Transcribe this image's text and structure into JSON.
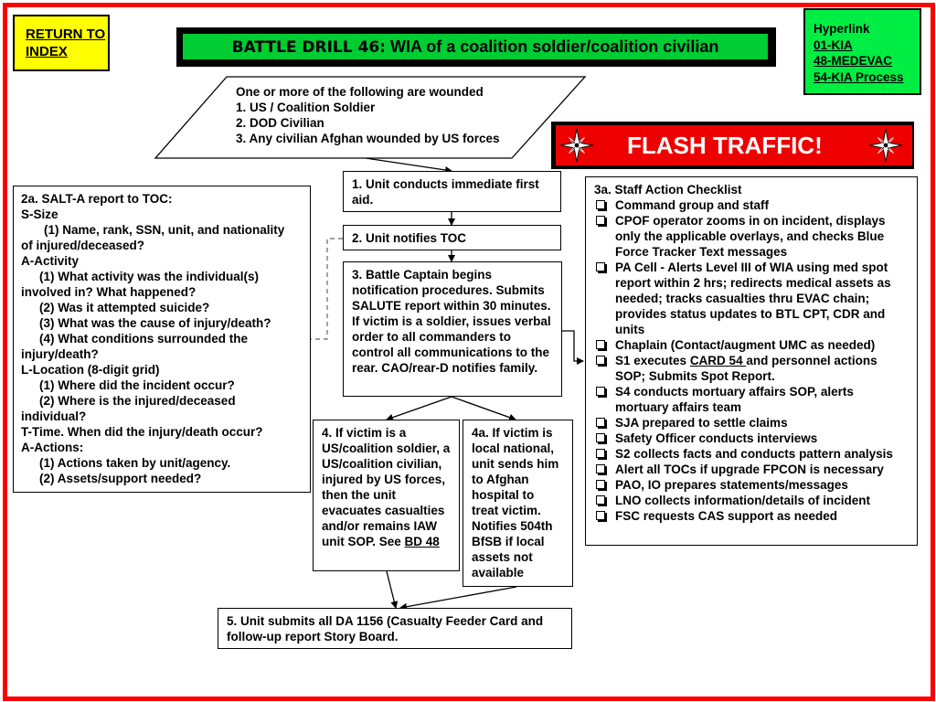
{
  "nav": {
    "return_label": "RETURN TO INDEX"
  },
  "title": {
    "prefix": "BATTLE DRILL 46:",
    "text": " WIA of a coalition soldier/coalition civilian"
  },
  "hyperlinks": {
    "heading": "Hyperlink",
    "items": [
      "01-KIA",
      "48-MEDEVAC",
      "54-KIA Process"
    ]
  },
  "flash": {
    "text": "FLASH TRAFFIC!"
  },
  "trigger": {
    "lines": [
      "One or more of the following are wounded",
      "1. US / Coalition Soldier",
      "2. DOD Civilian",
      "3. Any civilian Afghan wounded by US forces"
    ]
  },
  "steps": {
    "s1": "1.  Unit conducts immediate first aid.",
    "s2": "2.  Unit notifies TOC",
    "s3": "3.  Battle Captain begins notification procedures. Submits SALUTE report within 30 minutes.  If victim is a soldier, issues verbal order to all commanders to control all communications to the rear. CAO/rear-D notifies family.",
    "s4_text": "4. If victim is a US/coalition soldier, a US/coalition civilian, injured by US forces, then the unit evacuates casualties and/or remains IAW unit SOP. See ",
    "s4_link": "BD 48",
    "s4a": "4a. If victim is local national, unit sends him to Afghan hospital to treat victim. Notifies 504th BfSB if local assets not available",
    "s5": "5.  Unit submits all DA 1156 (Casualty Feeder Card and follow-up report Story Board."
  },
  "salt": {
    "lines": [
      {
        "t": "2a. SALT-A report to TOC:",
        "i": 0
      },
      {
        "t": "S-Size",
        "i": 0
      },
      {
        "t": "(1)  Name, rank, SSN, unit, and nationality",
        "i": 2
      },
      {
        "t": "of injured/deceased?",
        "i": 0
      },
      {
        "t": "A-Activity",
        "i": 0
      },
      {
        "t": "(1)  What activity was the individual(s)",
        "i": 1
      },
      {
        "t": "involved in?  What happened?",
        "i": 0
      },
      {
        "t": "(2)  Was it attempted suicide?",
        "i": 1
      },
      {
        "t": "(3)  What was the cause of injury/death?",
        "i": 1
      },
      {
        "t": "(4)  What conditions surrounded the",
        "i": 1
      },
      {
        "t": "injury/death?",
        "i": 0
      },
      {
        "t": "L-Location (8-digit grid)",
        "i": 0
      },
      {
        "t": "(1)  Where did the incident occur?",
        "i": 1
      },
      {
        "t": "(2)  Where is the injured/deceased",
        "i": 1
      },
      {
        "t": "individual?",
        "i": 0
      },
      {
        "t": "T-Time.  When did the injury/death occur?",
        "i": 0
      },
      {
        "t": "A-Actions:",
        "i": 0
      },
      {
        "t": "(1)  Actions taken by unit/agency.",
        "i": 1
      },
      {
        "t": "(2)  Assets/support needed?",
        "i": 1
      }
    ]
  },
  "checklist": {
    "heading": "3a. Staff Action Checklist",
    "items": [
      "Command group and staff",
      "CPOF operator zooms in on incident, displays only the applicable overlays, and checks Blue Force Tracker Text messages",
      "PA Cell - Alerts Level III of WIA using med spot report within 2 hrs; redirects medical assets as needed; tracks casualties thru EVAC chain; provides status updates to BTL CPT, CDR and units",
      "Chaplain (Contact/augment UMC as needed)",
      "S1 executes |CARD 54 | and personnel actions SOP; Submits Spot Report.",
      "S4 conducts mortuary affairs SOP, alerts mortuary affairs team",
      "SJA prepared to settle claims",
      "Safety Officer conducts interviews",
      "S2 collects facts and conducts pattern analysis",
      "Alert all TOCs if upgrade FPCON is necessary",
      "PAO, IO  prepares statements/messages",
      "LNO collects information/details of incident",
      "FSC requests CAS support as needed"
    ]
  }
}
